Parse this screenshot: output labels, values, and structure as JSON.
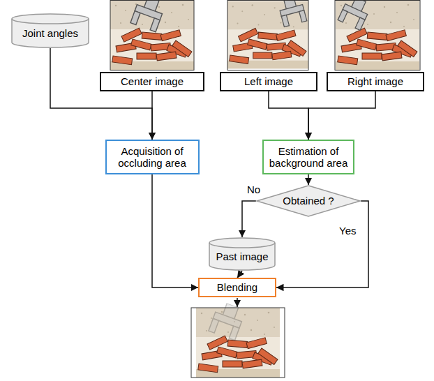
{
  "diagram": {
    "nodes": [
      {
        "text": [
          "Joint angles"
        ]
      },
      {
        "text": [
          "Center image"
        ]
      },
      {
        "text": [
          "Left image"
        ]
      },
      {
        "text": [
          "Right image"
        ]
      },
      {
        "text": [
          "Acquisition of occluding area"
        ]
      },
      {
        "text": [
          "Estimation of background area"
        ]
      },
      {
        "text": [
          "Obtained ?"
        ]
      },
      {
        "text": [
          "Past image"
        ]
      },
      {
        "text": [
          "Blending"
        ]
      }
    ],
    "edges": [
      {
        "from": 0,
        "to": 4,
        "arrow": "to"
      },
      {
        "from": 1,
        "to": 4,
        "arrow": "to"
      },
      {
        "from": 2,
        "to": 5,
        "arrow": "to"
      },
      {
        "from": 3,
        "to": 5,
        "arrow": "to"
      },
      {
        "from": 5,
        "to": 6,
        "arrow": "to"
      },
      {
        "from": 6,
        "to": 7,
        "label": "No",
        "arrow": "to"
      },
      {
        "from": 6,
        "to": 8,
        "label": "Yes",
        "arrow": "to"
      },
      {
        "from": 7,
        "to": 8,
        "arrow": "to"
      },
      {
        "from": 4,
        "to": 8,
        "arrow": "to"
      }
    ]
  }
}
